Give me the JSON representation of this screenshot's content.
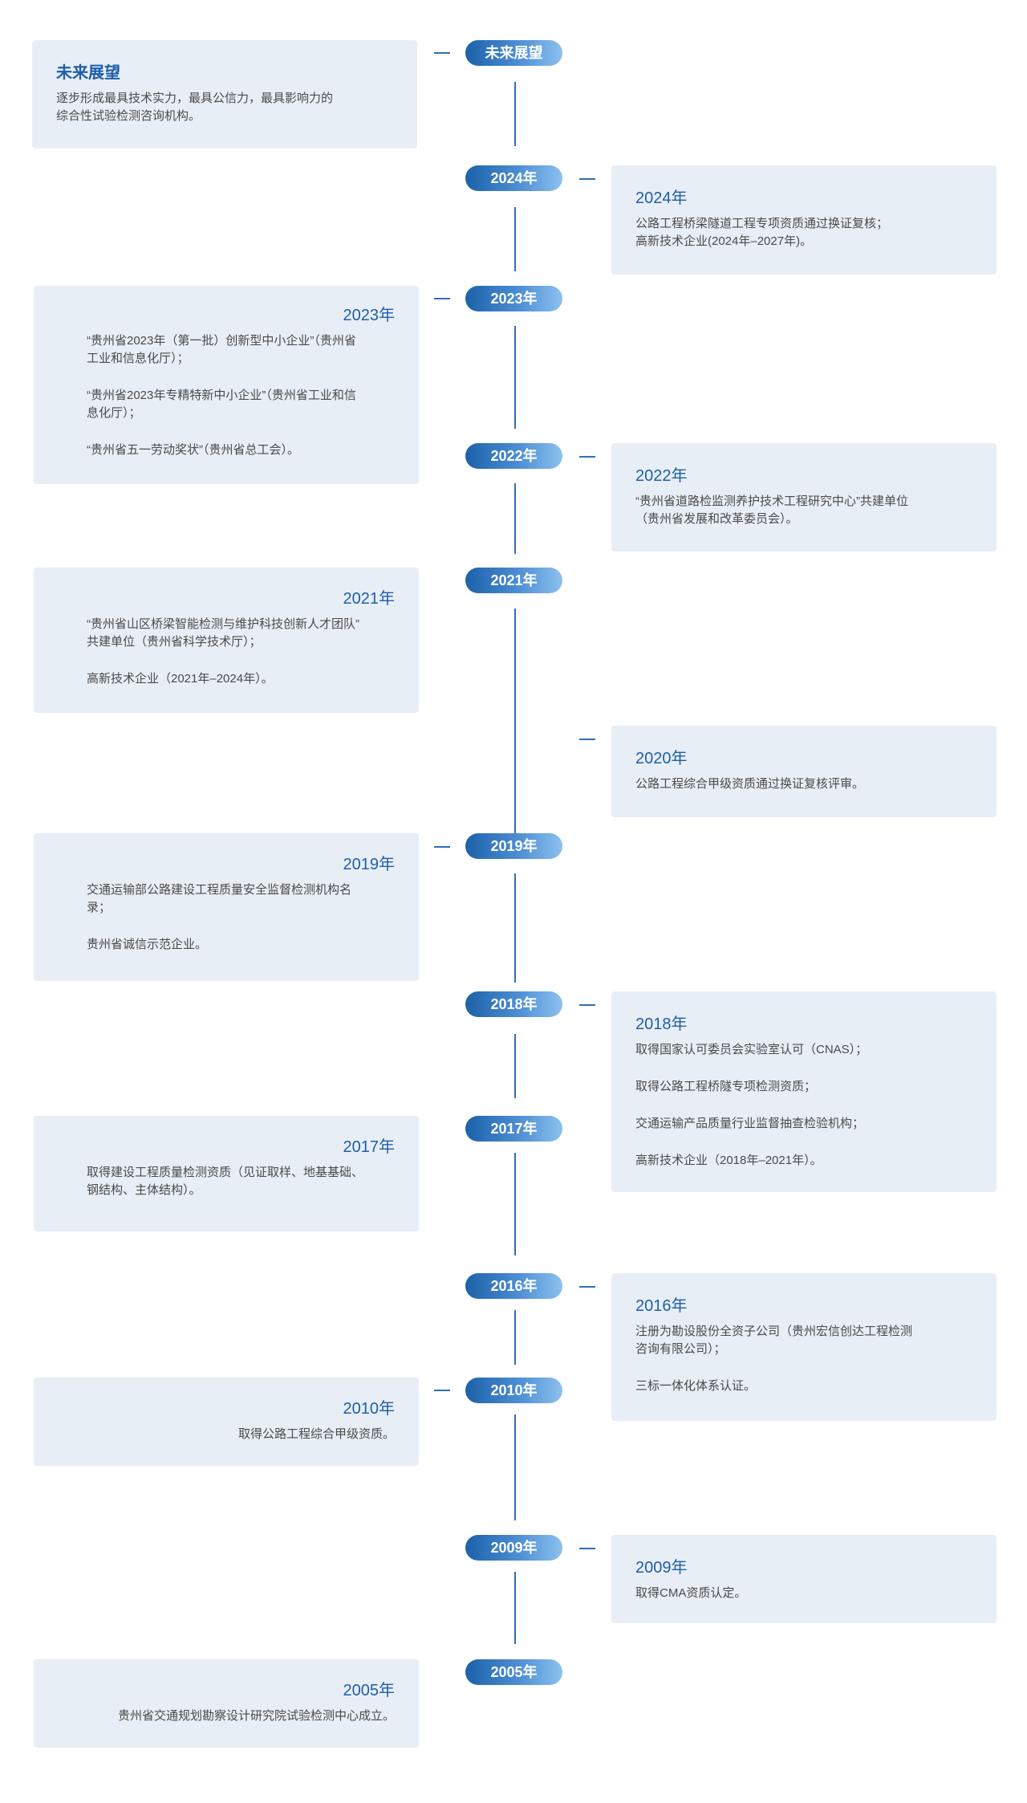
{
  "timeline": {
    "future": {
      "badge": "未来展望",
      "title": "未来展望",
      "lines": [
        "逐步形成最具技术实力，最具公信力，最具影响力的",
        "综合性试验检测咨询机构。"
      ]
    },
    "y2024": {
      "badge": "2024年",
      "title": "2024年",
      "lines": [
        "公路工程桥梁隧道工程专项资质通过换证复核；",
        "高新技术企业(2024年–2027年)。"
      ]
    },
    "y2023": {
      "badge": "2023年",
      "title": "2023年",
      "items": [
        [
          "“贵州省2023年（第一批）创新型中小企业”（贵州省",
          "工业和信息化厅）；"
        ],
        [
          "“贵州省2023年专精特新中小企业”（贵州省工业和信",
          "息化厅）；"
        ],
        [
          "“贵州省五一劳动奖状”（贵州省总工会）。"
        ]
      ]
    },
    "y2022": {
      "badge": "2022年",
      "title": "2022年",
      "lines": [
        "“贵州省道路检监测养护技术工程研究中心”共建单位",
        "（贵州省发展和改革委员会）。"
      ]
    },
    "y2021": {
      "badge": "2021年",
      "title": "2021年",
      "items": [
        [
          "“贵州省山区桥梁智能检测与维护科技创新人才团队”",
          "共建单位（贵州省科学技术厅）；"
        ],
        [
          "高新技术企业（2021年–2024年）。"
        ]
      ]
    },
    "y2020": {
      "title": "2020年",
      "lines": [
        "公路工程综合甲级资质通过换证复核评审。"
      ]
    },
    "y2019": {
      "badge": "2019年",
      "title": "2019年",
      "items": [
        [
          "交通运输部公路建设工程质量安全监督检测机构名",
          "录；"
        ],
        [
          "贵州省诚信示范企业。"
        ]
      ]
    },
    "y2018": {
      "badge": "2018年",
      "title": "2018年",
      "items": [
        [
          "取得国家认可委员会实验室认可（CNAS）；"
        ],
        [
          "取得公路工程桥隧专项检测资质；"
        ],
        [
          "交通运输产品质量行业监督抽查检验机构；"
        ],
        [
          "高新技术企业（2018年–2021年）。"
        ]
      ]
    },
    "y2017": {
      "badge": "2017年",
      "title": "2017年",
      "lines": [
        "取得建设工程质量检测资质（见证取样、地基基础、",
        "钢结构、主体结构）。"
      ]
    },
    "y2016": {
      "badge": "2016年",
      "title": "2016年",
      "items": [
        [
          "注册为勘设股份全资子公司（贵州宏信创达工程检测",
          "咨询有限公司）；"
        ],
        [
          "三标一体化体系认证。"
        ]
      ]
    },
    "y2010": {
      "badge": "2010年",
      "title": "2010年",
      "lines": [
        "取得公路工程综合甲级资质。"
      ]
    },
    "y2009": {
      "badge": "2009年",
      "title": "2009年",
      "lines": [
        "取得CMA资质认定。"
      ]
    },
    "y2005": {
      "badge": "2005年",
      "title": "2005年",
      "lines": [
        "贵州省交通规划勘察设计研究院试验检测中心成立。"
      ]
    }
  },
  "colors": {
    "accent": "#1e5ea8",
    "card_bg": "#e8eef6",
    "line": "#2f6fb5"
  }
}
